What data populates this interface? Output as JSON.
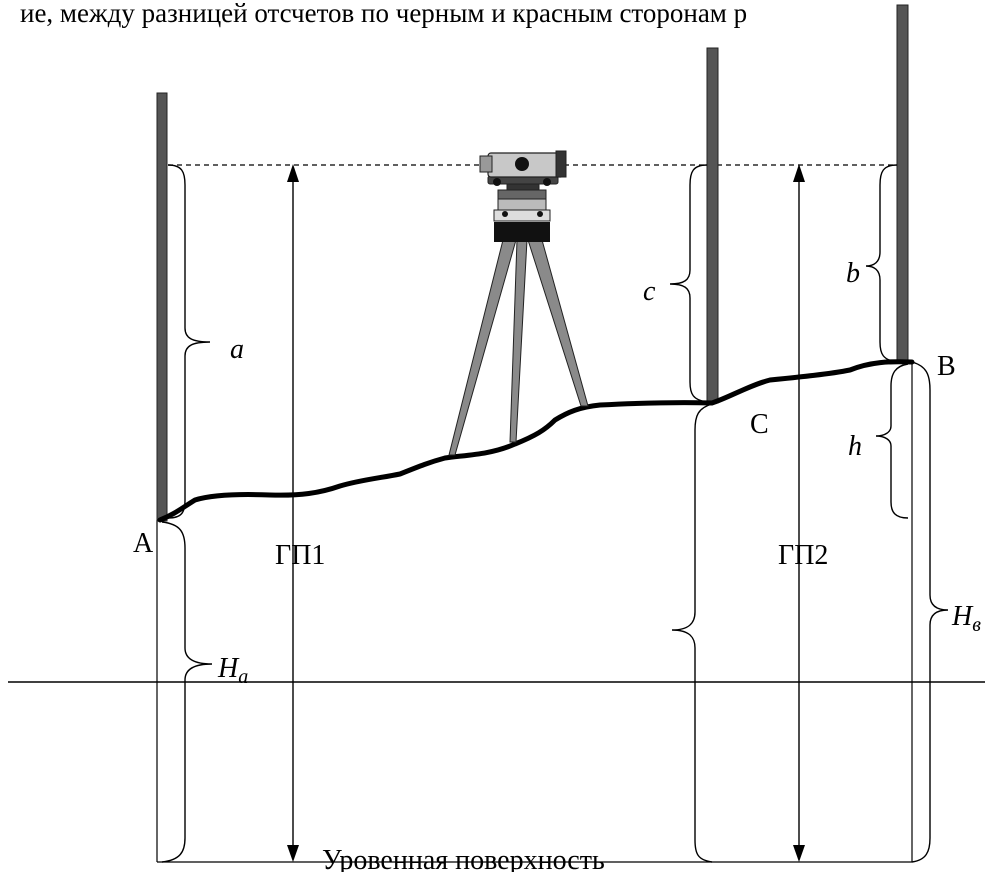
{
  "header_text": "ие, между разницей отсчетов по черным и красным сторонам р",
  "labels": {
    "point_a": "A",
    "point_b": "В",
    "point_c": "С",
    "reading_a": "a",
    "reading_b": "b",
    "reading_c": "c",
    "height_diff": "h",
    "gp1": "ГП1",
    "gp2": "ГП2",
    "h_a_main": "H",
    "h_a_sub": "а",
    "h_b_main": "H",
    "h_b_sub": "в",
    "level_surface": "Уровенная поверхность"
  },
  "icons": {
    "instrument": "level-instrument-icon"
  }
}
